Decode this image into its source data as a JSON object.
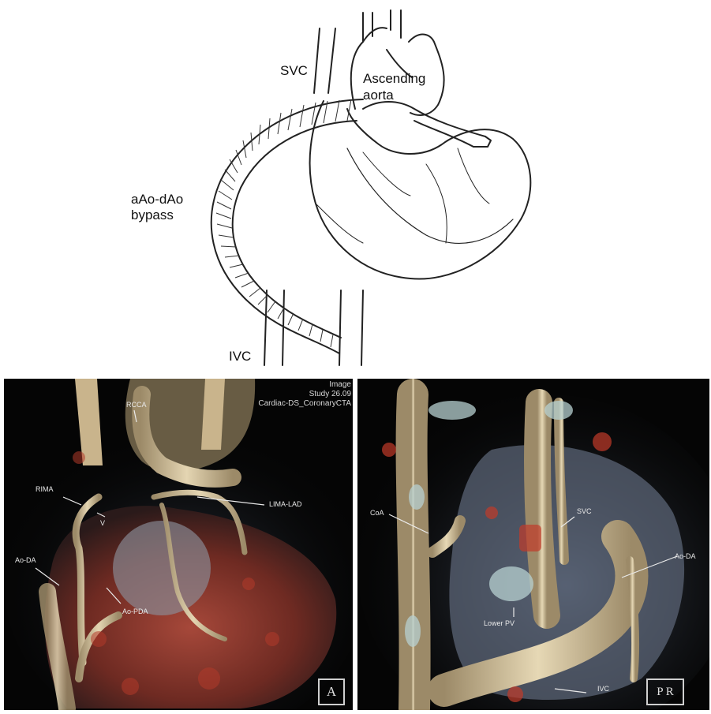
{
  "illustration": {
    "labels": {
      "svc": "SVC",
      "ascending_aorta_line1": "Ascending",
      "ascending_aorta_line2": "aorta",
      "bypass_line1": "aAo-dAo",
      "bypass_line2": "bypass",
      "ivc": "IVC"
    }
  },
  "left_ct": {
    "header_line1": "Image",
    "header_line2": "Study 26.09",
    "header_line3": "Cardiac‑DS_CoronaryCTA",
    "labels": {
      "rcca": "RCCA",
      "rima": "RIMA",
      "lima_lad": "LIMA-LAD",
      "ao_da": "Ao-DA",
      "ao_pda": "Ao-PDA",
      "v": "V"
    },
    "orientation": "A"
  },
  "right_ct": {
    "labels": {
      "coa": "CoA",
      "svc": "SVC",
      "ao_da": "Ao-DA",
      "lower_pv": "Lower PV",
      "ivc": "IVC"
    },
    "orientation": "P R"
  },
  "colors": {
    "ct_background": "#050505",
    "vessel": "#d8c7a0",
    "myocardium": "#8a3a2a"
  }
}
